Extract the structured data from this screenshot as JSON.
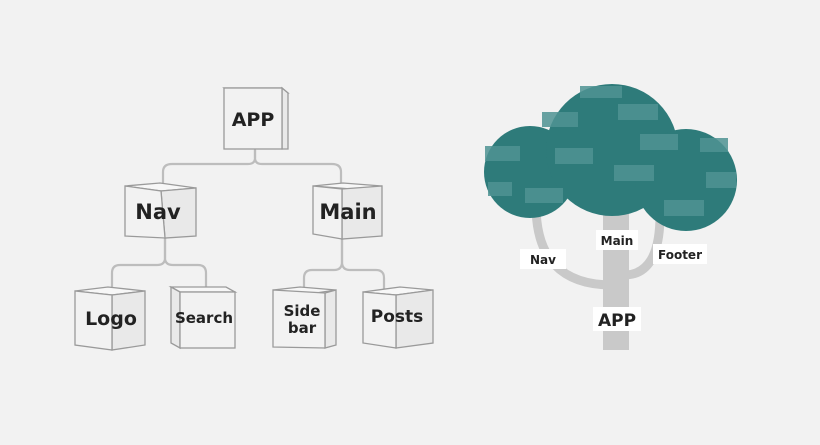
{
  "component_tree": {
    "root": "APP",
    "nav": "Nav",
    "main": "Main",
    "logo": "Logo",
    "search": "Search",
    "sidebar_line1": "Side",
    "sidebar_line2": "bar",
    "posts": "Posts"
  },
  "tree_illustration": {
    "trunk_label": "APP",
    "nav_label": "Nav",
    "main_label": "Main",
    "footer_label": "Footer",
    "colors": {
      "canopy": "#2e7b7a",
      "canopy_highlight": "#4f9393",
      "trunk": "#c9c9c9",
      "background": "#f2f2f2"
    }
  }
}
